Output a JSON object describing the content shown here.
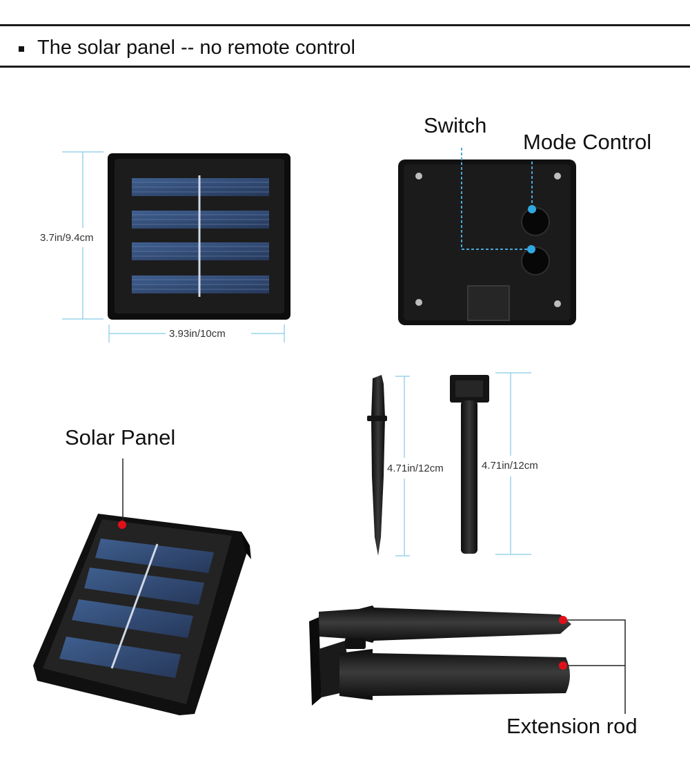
{
  "header": {
    "title": "The solar panel -- no remote control"
  },
  "labels": {
    "switch": "Switch",
    "mode_control": "Mode Control",
    "solar_panel": "Solar Panel",
    "extension_rod": "Extension rod"
  },
  "dimensions": {
    "panel_height": "3.7in/9.4cm",
    "panel_width": "3.93in/10cm",
    "stake_length": "4.71in/12cm",
    "rod_length": "4.71in/12cm"
  },
  "colors": {
    "dimension_line": "#9ad3ea",
    "callout_line": "#4aa7d8",
    "callout_dot": "#2fa8e0",
    "marker_dot": "#e0101a"
  }
}
